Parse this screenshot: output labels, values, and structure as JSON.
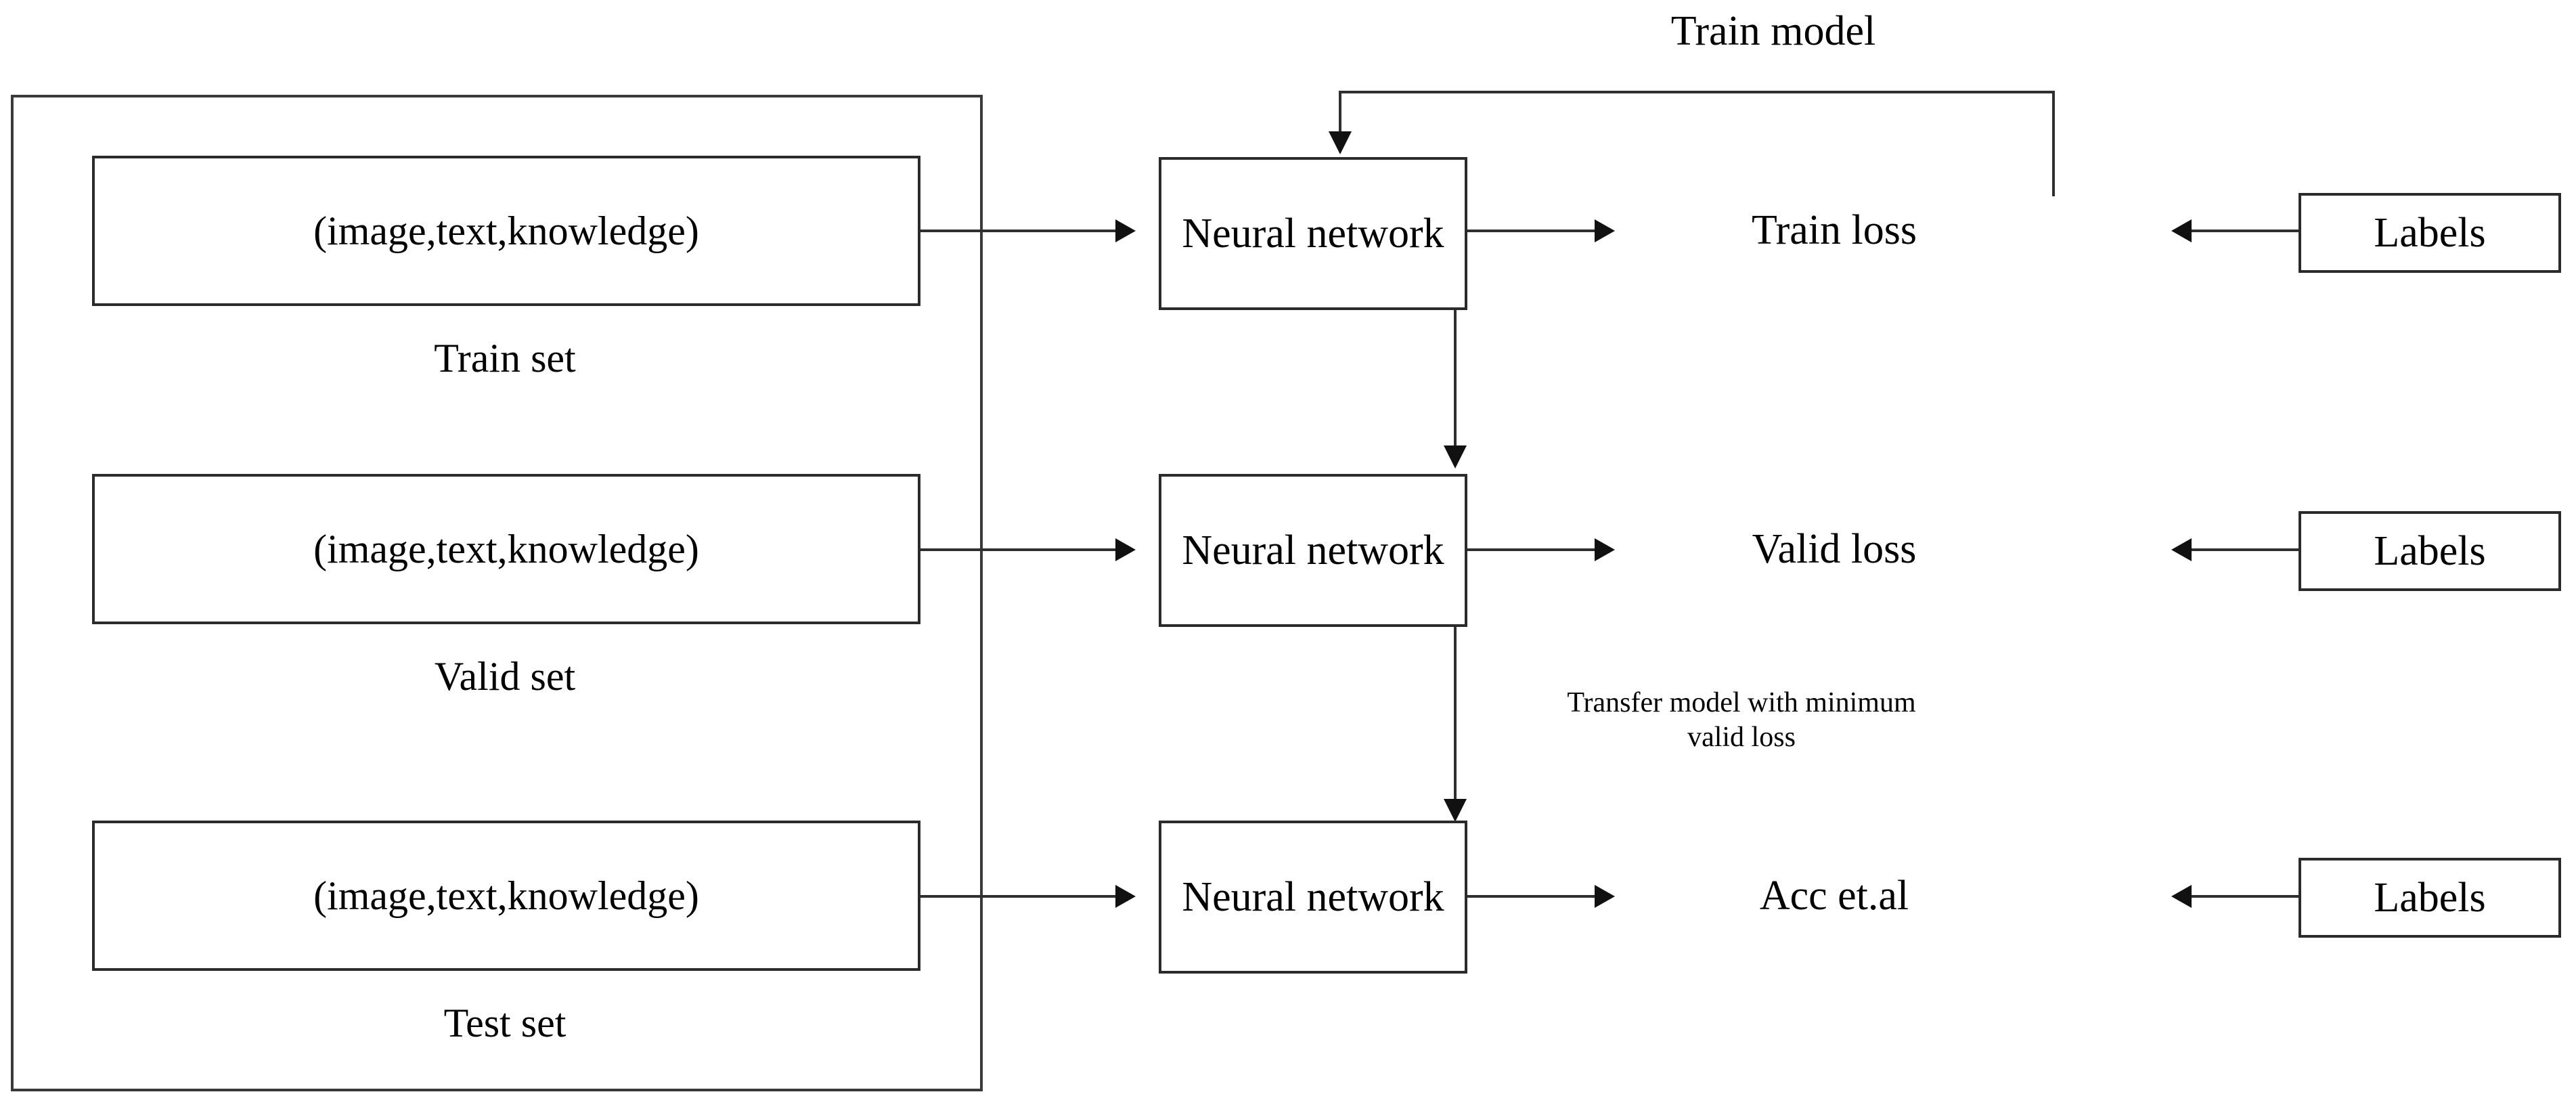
{
  "diagram": {
    "title_annotation": "Train model",
    "dataset_container": {
      "name": "dataset-container"
    },
    "rows": [
      {
        "id": "train",
        "dataset_box_text": "(image,text,knowledge)",
        "set_label": "Train set",
        "model_box_text": "Neural network",
        "output_label": "Train loss",
        "labels_box_text": "Labels"
      },
      {
        "id": "valid",
        "dataset_box_text": "(image,text,knowledge)",
        "set_label": "Valid set",
        "model_box_text": "Neural network",
        "output_label": "Valid loss",
        "labels_box_text": "Labels"
      },
      {
        "id": "test",
        "dataset_box_text": "(image,text,knowledge)",
        "set_label": "Test set",
        "model_box_text": "Neural network",
        "output_label": "Acc et.al",
        "labels_box_text": "Labels"
      }
    ],
    "edge_annotations": {
      "train_loop": "Train model",
      "transfer_line1": "Transfer model with minimum",
      "transfer_line2": "valid loss"
    },
    "colors": {
      "stroke": "#2b2b2b",
      "line": "#2f2f2f",
      "arrow": "#111111",
      "background": "#ffffff",
      "text": "#000000"
    }
  }
}
